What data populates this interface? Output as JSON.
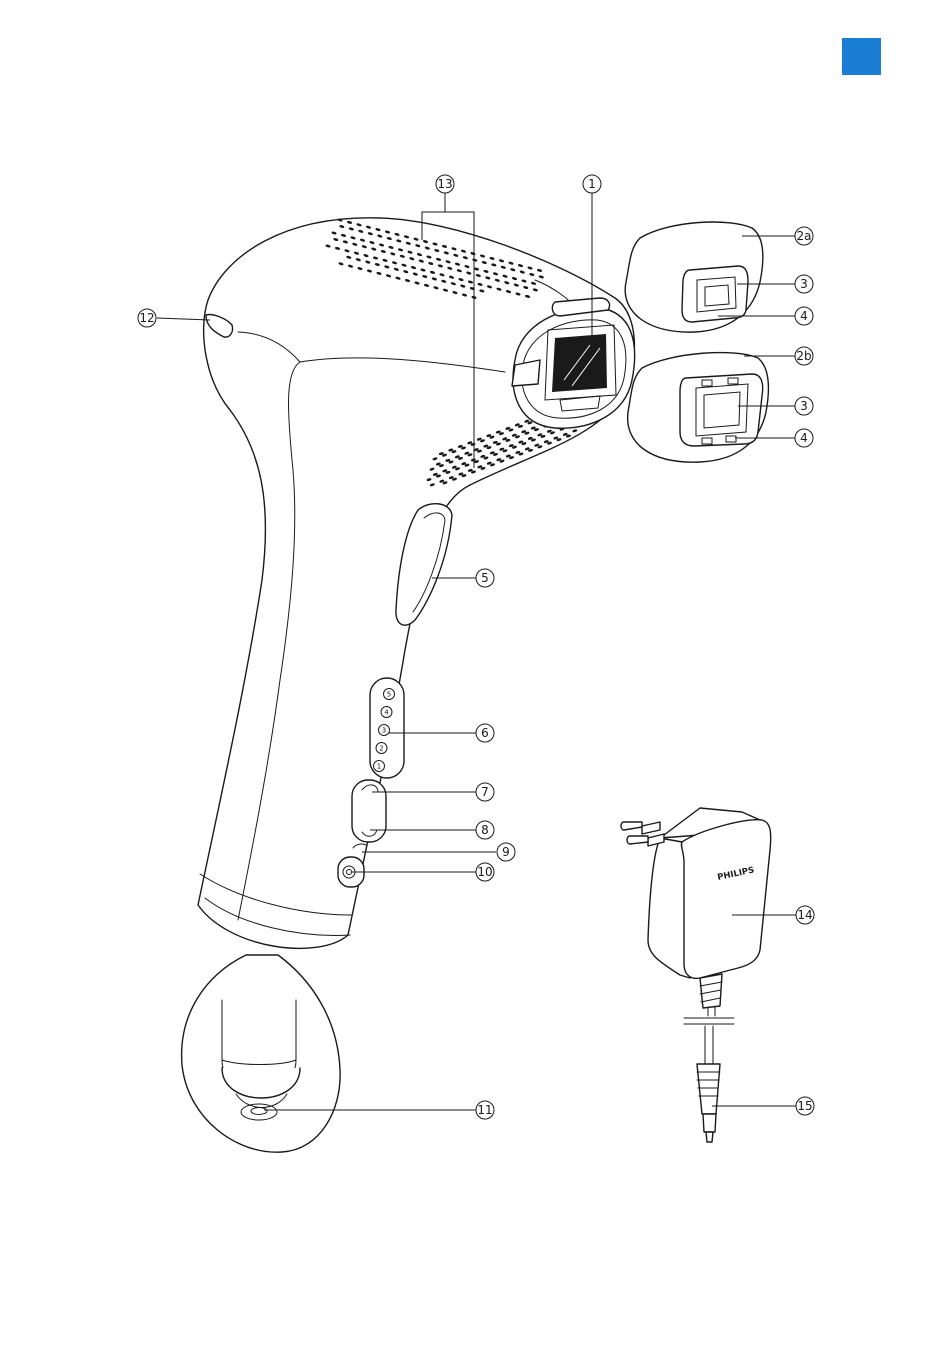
{
  "corner_tab": {
    "color": "#1a7fd4"
  },
  "brand_text": "PHILIPS",
  "callouts": {
    "c1": "1",
    "c2a": "2a",
    "c3a": "3",
    "c4a": "4",
    "c2b": "2b",
    "c3b": "3",
    "c4b": "4",
    "c5": "5",
    "c6": "6",
    "c7": "7",
    "c8": "8",
    "c9": "9",
    "c10": "10",
    "c11": "11",
    "c12": "12",
    "c13": "13",
    "c14": "14",
    "c15": "15"
  },
  "intensity_settings": [
    "5",
    "4",
    "3",
    "2",
    "1"
  ]
}
